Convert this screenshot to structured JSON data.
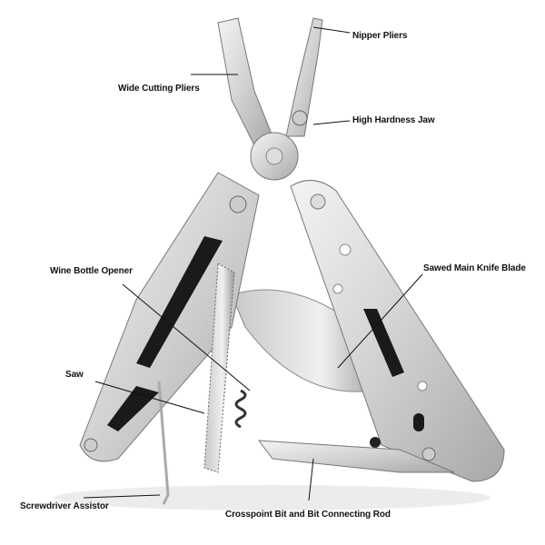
{
  "labels": {
    "nipper_pliers": "Nipper Pliers",
    "wide_cutting_pliers": "Wide Cutting Pliers",
    "high_hardness_jaw": "High Hardness Jaw",
    "sawed_main_knife_blade": "Sawed Main Knife Blade",
    "wine_bottle_opener": "Wine Bottle Opener",
    "saw": "Saw",
    "screwdriver_assistor": "Screwdriver Assistor",
    "crosspoint_bit": "Crosspoint Bit and Bit Connecting Rod"
  },
  "colors": {
    "steel_light": "#e6e6e6",
    "steel_dark": "#9a9a9a",
    "slot": "#1a1a1a",
    "text": "#111111"
  }
}
